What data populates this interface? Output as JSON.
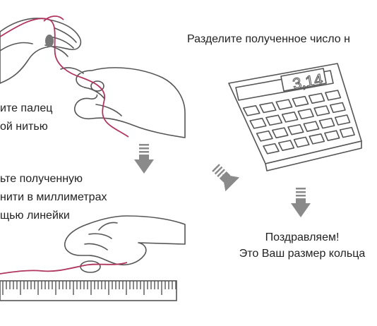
{
  "step1": {
    "line1": "ите палец",
    "line2": "ой нитью"
  },
  "step2": {
    "line1": "ьте полученную",
    "line2": "нити в миллиметрах",
    "line3": "щью линейки"
  },
  "step3": {
    "text": "Разделите полученное число н"
  },
  "calculator": {
    "display": "3,14"
  },
  "result": {
    "line1": "Поздравляем!",
    "line2": "Это Ваш размер кольца"
  },
  "colors": {
    "thread": "#b0365e",
    "outline": "#555555",
    "arrow": "#8a8a8a",
    "text": "#222222"
  },
  "icons": [
    "hand-with-thread-icon",
    "hand-measuring-icon",
    "ruler-icon",
    "calculator-icon",
    "down-arrow-icon",
    "diagonal-arrow-icon"
  ]
}
